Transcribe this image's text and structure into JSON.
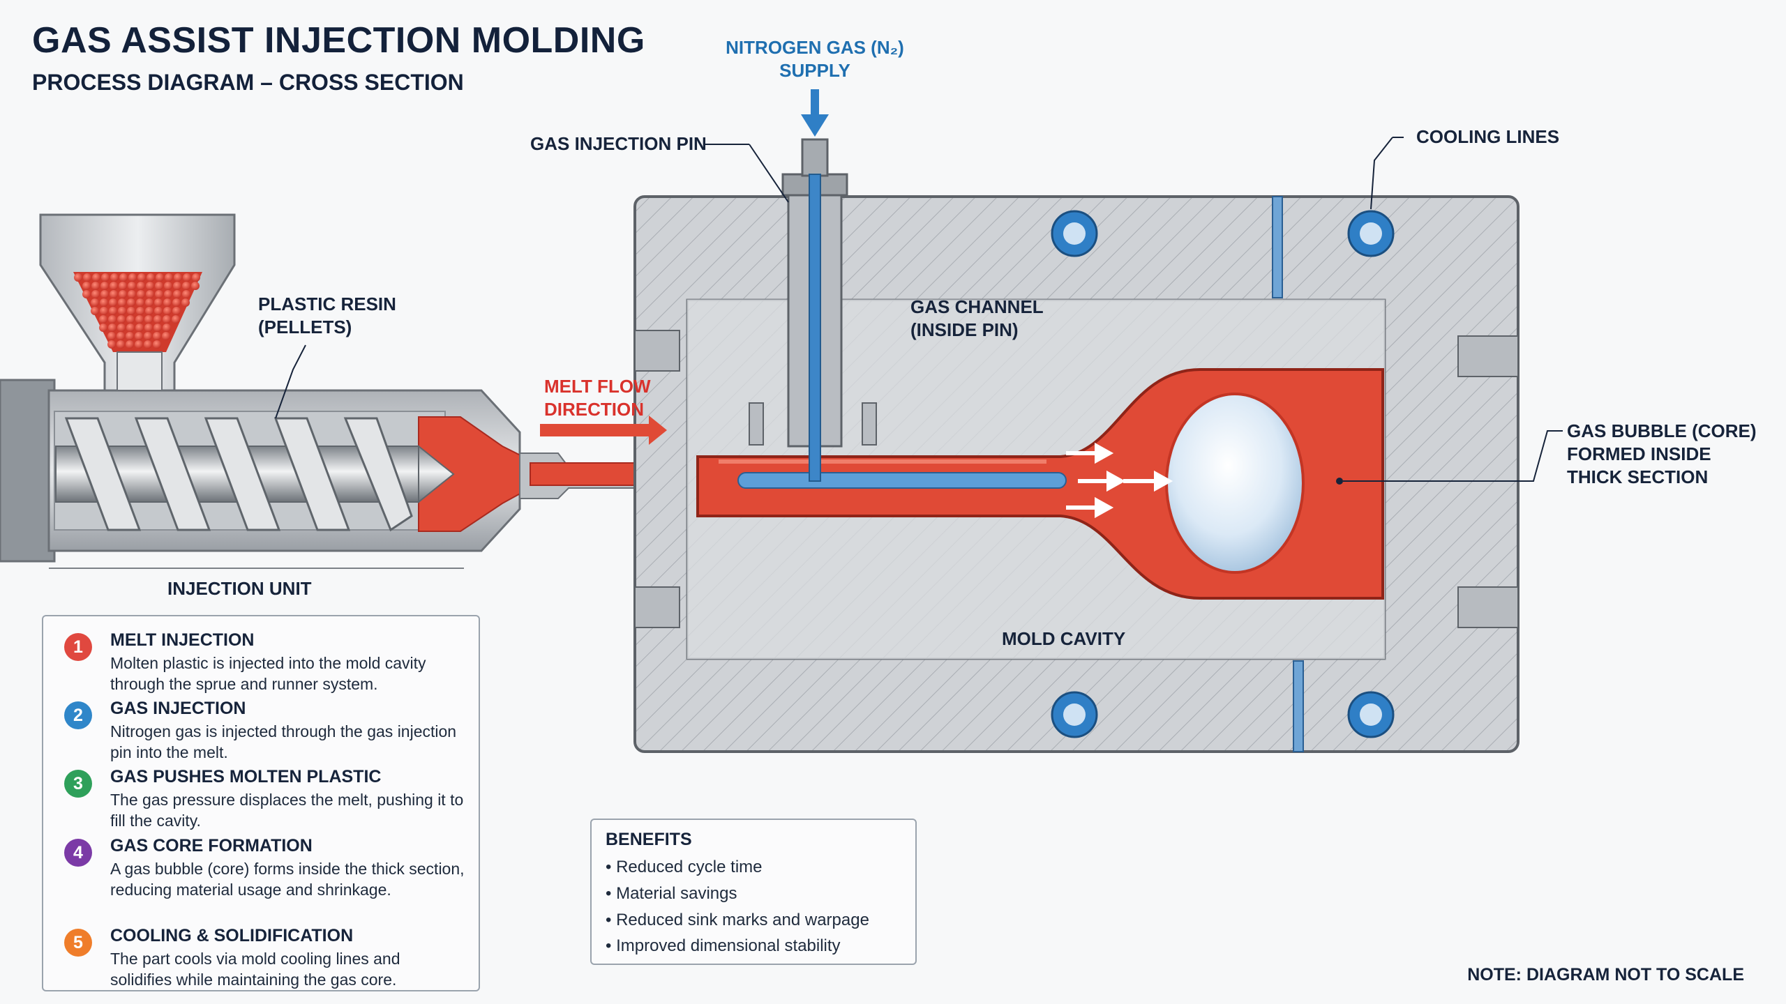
{
  "header": {
    "title": "GAS ASSIST INJECTION MOLDING",
    "subtitle": "PROCESS DIAGRAM – CROSS SECTION"
  },
  "labels": {
    "nitrogen_line1": "NITROGEN GAS (N₂)",
    "nitrogen_line2": "SUPPLY",
    "gas_injection_pin": "GAS INJECTION PIN",
    "cooling_lines": "COOLING LINES",
    "plastic_resin_line1": "PLASTIC RESIN",
    "plastic_resin_line2": "(PELLETS)",
    "gas_channel_line1": "GAS CHANNEL",
    "gas_channel_line2": "(INSIDE PIN)",
    "melt_flow_line1": "MELT FLOW",
    "melt_flow_line2": "DIRECTION",
    "gas_bubble_line1": "GAS BUBBLE (CORE)",
    "gas_bubble_line2": "FORMED INSIDE",
    "gas_bubble_line3": "THICK SECTION",
    "injection_unit": "INJECTION UNIT",
    "mold_cavity": "MOLD CAVITY"
  },
  "steps": [
    {
      "num": "1",
      "color": "#e0483f",
      "title": "MELT INJECTION",
      "text": "Molten plastic is injected into the mold cavity through the sprue and runner system."
    },
    {
      "num": "2",
      "color": "#2f86c9",
      "title": "GAS INJECTION",
      "text": "Nitrogen gas is injected through the gas injection pin into the melt."
    },
    {
      "num": "3",
      "color": "#2ea05a",
      "title": "GAS PUSHES MOLTEN PLASTIC",
      "text": "The gas pressure displaces the melt, pushing it to fill the cavity."
    },
    {
      "num": "4",
      "color": "#7b3aa6",
      "title": "GAS CORE FORMATION",
      "text": "A gas bubble (core) forms inside the thick section, reducing material usage and shrinkage."
    },
    {
      "num": "5",
      "color": "#ef7d2a",
      "title": "COOLING & SOLIDIFICATION",
      "text": "The part cools via mold cooling lines and solidifies while maintaining the gas core."
    }
  ],
  "benefits": {
    "title": "BENEFITS",
    "items": [
      "•  Reduced cycle time",
      "•  Material savings",
      "•  Reduced sink marks and warpage",
      "•  Improved dimensional stability"
    ]
  },
  "note": "NOTE: DIAGRAM NOT TO SCALE",
  "colors": {
    "melt": "#e04a36",
    "gas": "#2f7fc6",
    "steel": "#c9ccd0",
    "ink": "#16233a"
  }
}
